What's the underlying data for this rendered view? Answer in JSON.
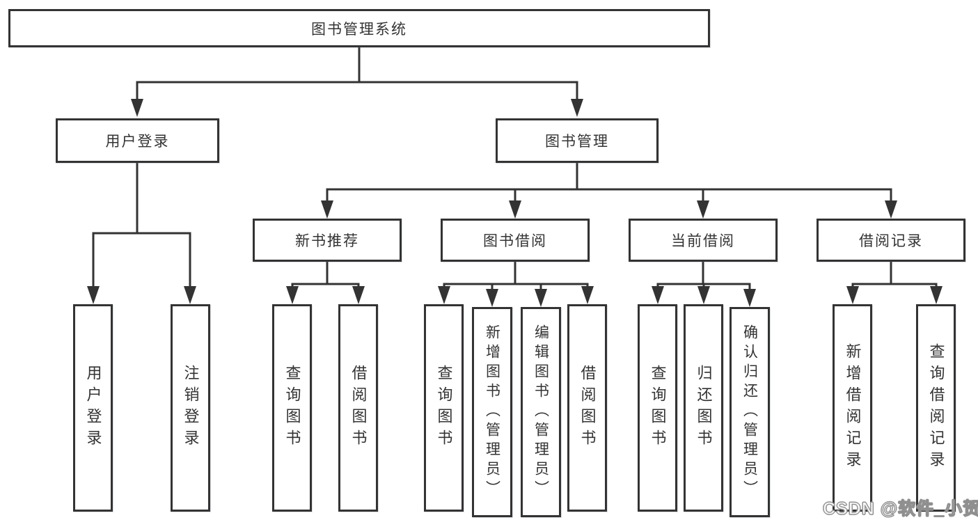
{
  "nodes": {
    "root": "图书管理系统",
    "user_login": "用户登录",
    "book_mgmt": "图书管理",
    "new_book_rec": "新书推荐",
    "book_borrow": "图书借阅",
    "current_borrow": "当前借阅",
    "borrow_records": "借阅记录",
    "ul_user_login": "用户登录",
    "ul_logout": "注销登录",
    "nb_query_book": "查询图书",
    "nb_borrow_book": "借阅图书",
    "bb_query_book": "查询图书",
    "bb_add_book": "新增图书（管理员）",
    "bb_edit_book": "编辑图书（管理员）",
    "bb_borrow_book": "借阅图书",
    "cb_query_book": "查询图书",
    "cb_return_book": "归还图书",
    "cb_confirm_return": "确认归还（管理员）",
    "br_add_record": "新增借阅记录",
    "br_query_record": "查询借阅记录"
  },
  "watermark": "CSDN @软件_小贺同学",
  "colors": {
    "line": "#333333",
    "box_border": "#333333",
    "text": "#333333",
    "background": "#ffffff",
    "watermark_fill": "#ffffff",
    "watermark_outline": "#9a9a9a"
  }
}
